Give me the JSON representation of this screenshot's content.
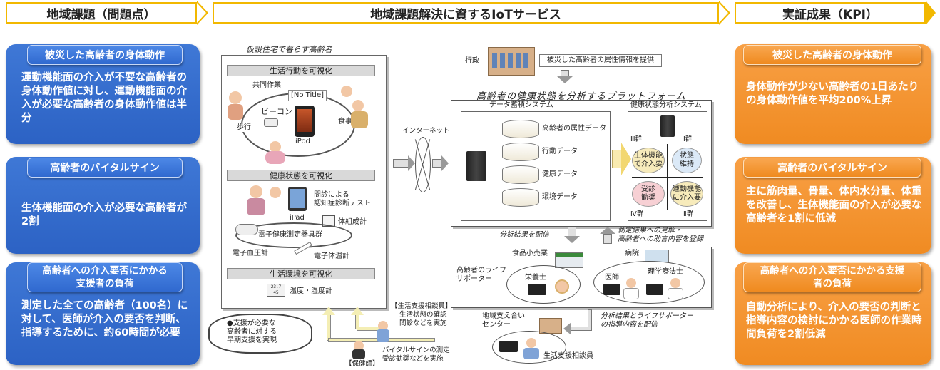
{
  "headers": {
    "left": "地域課題（問題点）",
    "center": "地域課題解決に資するIoTサービス",
    "right": "実証成果（KPI）"
  },
  "left_cards": [
    {
      "title": "被災した高齢者の身体動作",
      "body": "運動機能面の介入が不要な高齢者の身体動作値に対し、運動機能面の介入が必要な高齢者の身体動作値は半分"
    },
    {
      "title": "高齢者のバイタルサイン",
      "body": "生体機能面の介入が必要な高齢者が2割"
    },
    {
      "title": "高齢者への介入要否にかかる支援者の負荷",
      "body": "測定した全ての高齢者（100名）に対して、医師が介入の要否を判断、指導するために、約60時間が必要"
    }
  ],
  "right_cards": [
    {
      "title": "被災した高齢者の身体動作",
      "body": "身体動作が少ない高齢者の1日あたりの身体動作値を平均200%上昇"
    },
    {
      "title": "高齢者のバイタルサイン",
      "body": "主に筋肉量、骨量、体内水分量、体重を改善し、生体機能面の介入が必要な高齢者を1割に低減"
    },
    {
      "title": "高齢者への介入要否にかかる支援者の負荷",
      "body": "自動分析により、介入の要否の判断と指導内容の検討にかかる医師の作業時間負荷を2割低減"
    }
  ],
  "center": {
    "housing_title": "仮設住宅で暮らす高齢者",
    "sec1": {
      "title": "生活行動を可視化",
      "kyodo": "共同作業",
      "notitle": "[No Title]",
      "beacon": "ビーコン",
      "walk": "歩行",
      "meal": "食事",
      "ipod": "iPod"
    },
    "sec2": {
      "title": "健康状態を可視化",
      "ipad": "iPad",
      "test": "問診による\n認知症診断テスト",
      "body_comp": "体組成計",
      "device_group": "電子健康測定器具群",
      "bp": "電子血圧計",
      "temp": "電子体温計"
    },
    "sec3": {
      "title": "生活環境を可視化",
      "thermo": "温度・湿度計",
      "thermo_display": "23.7\n45"
    },
    "cloud_text": "●支援が必要な\n高齢者に対する\n早期支援を実現",
    "gov": "行政",
    "gov_info": "被災した高齢者の属性情報を提供",
    "platform_title": "高齢者の健康状態を分析するプラットフォーム",
    "storage_title": "データ蓄積システム",
    "data_items": [
      "高齢者の属性データ",
      "行動データ",
      "健康データ",
      "環境データ"
    ],
    "analysis_title": "健康状態分析システム",
    "groups": {
      "g1": "Ⅰ群",
      "g2": "Ⅱ群",
      "g3": "Ⅲ群",
      "g4": "Ⅳ群"
    },
    "quads": {
      "tl": "生体機能\nで介入要",
      "tr": "状態\n維持",
      "bl": "受診\n勧奨",
      "br": "運動機能\nに介入要"
    },
    "internet": "インターネット",
    "deliver": "分析結果を配信",
    "feedback": "測定結果への見解・\n高齢者への助言内容を登録",
    "supporters_label": "高齢者のライフ\nサポーター",
    "food_store": "食品小売業",
    "hospital": "病院",
    "nutritionist": "栄養士",
    "doctor": "医師",
    "pt": "理学療法士",
    "deliver2": "分析結果とライフサポーター\nの指導内容を配信",
    "center_name": "地域支え合い\nセンター",
    "counselor": "生活支援相談員",
    "counselor_tag": "【生活支援相談員】",
    "counselor_task": "生活状態の確認\n問診などを実施",
    "nurse_tag": "【保健師】",
    "nurse_task": "バイタルサインの測定\n受診勧奨などを実施"
  },
  "colors": {
    "banner_border": "#f2b800",
    "blue": "#2f66c8",
    "orange": "#f08b22"
  }
}
